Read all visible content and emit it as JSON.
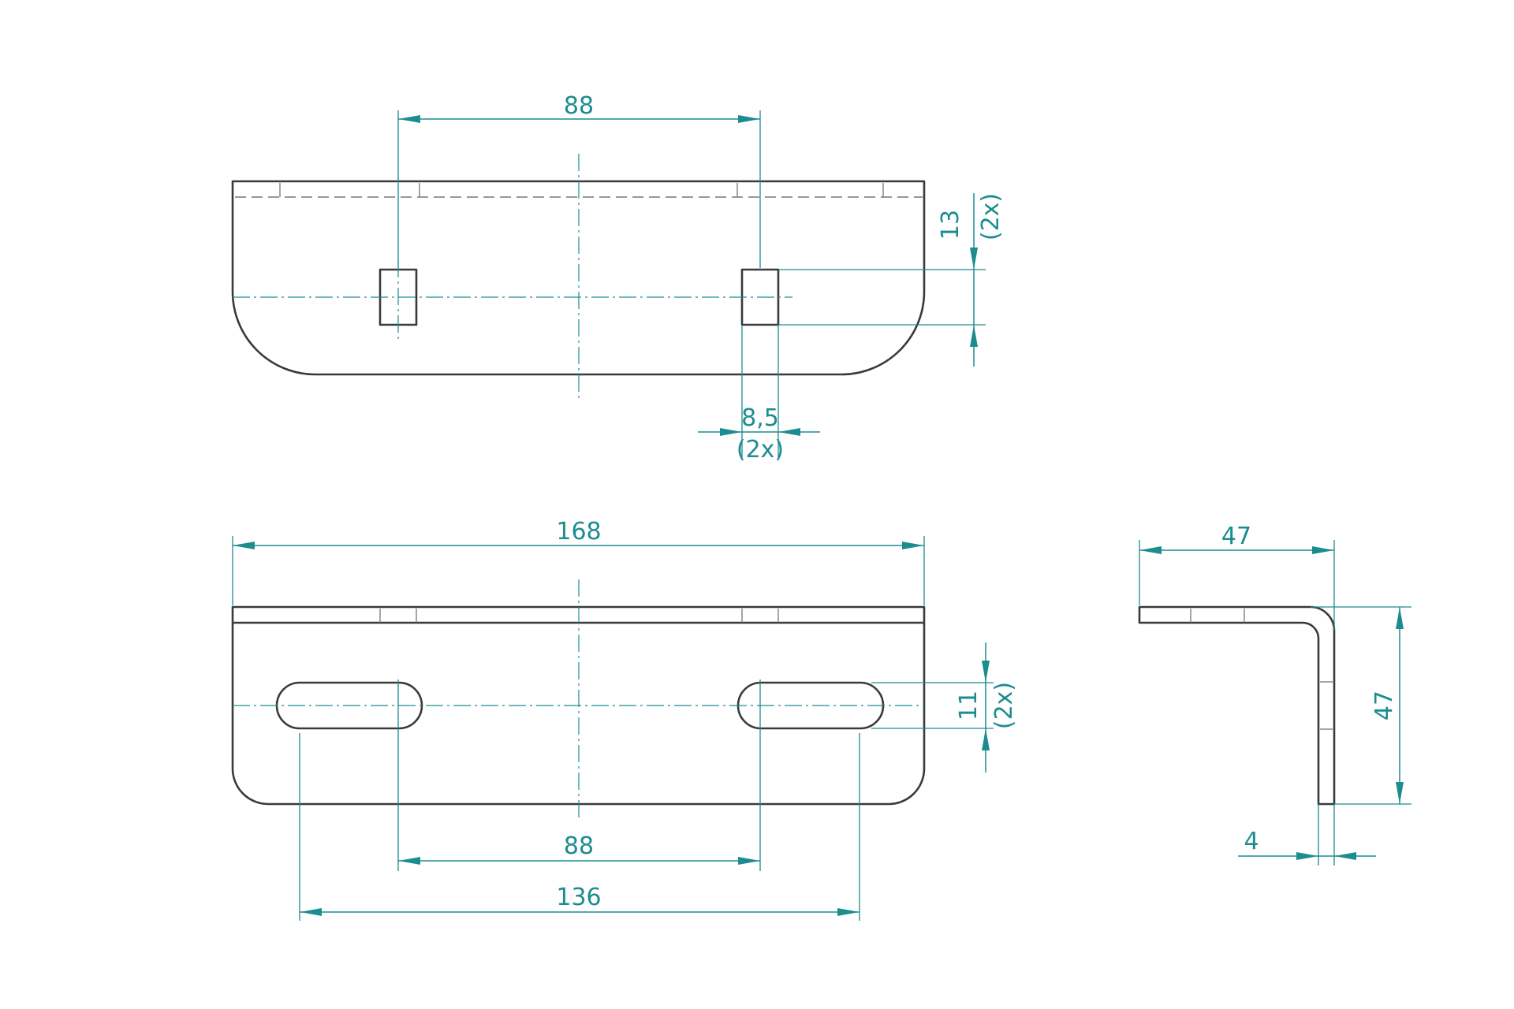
{
  "colors": {
    "dimension": "#1d8c8f",
    "outline": "#3a3a3a",
    "background": "#ffffff"
  },
  "top_view": {
    "hole_spacing": "88",
    "hole_height": "13",
    "hole_height_qty": "(2x)",
    "hole_width": "8,5",
    "hole_width_qty": "(2x)"
  },
  "front_view": {
    "overall_length": "168",
    "slot_spacing": "88",
    "slot_outer_span": "136",
    "slot_width": "11",
    "slot_width_qty": "(2x)"
  },
  "side_view": {
    "flange_width": "47",
    "leg_height": "47",
    "thickness": "4"
  }
}
